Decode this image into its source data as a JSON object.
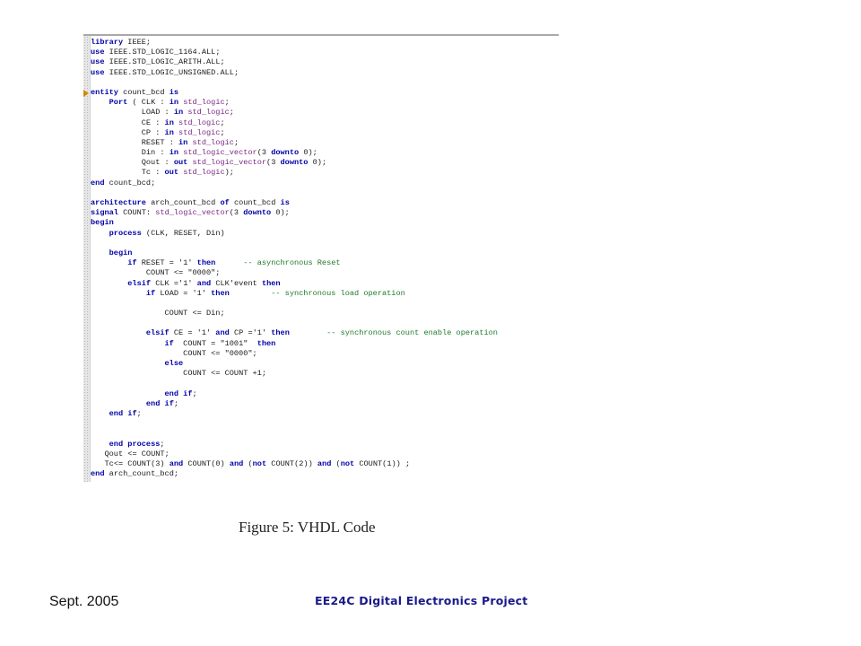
{
  "code_lines": [
    "library IEEE;",
    "use IEEE.STD_LOGIC_1164.ALL;",
    "use IEEE.STD_LOGIC_ARITH.ALL;",
    "use IEEE.STD_LOGIC_UNSIGNED.ALL;",
    "",
    "entity count_bcd is",
    "    Port ( CLK : in std_logic;",
    "           LOAD : in std_logic;",
    "           CE : in std_logic;",
    "           CP : in std_logic;",
    "           RESET : in std_logic;",
    "           Din : in std_logic_vector(3 downto 0);",
    "           Qout : out std_logic_vector(3 downto 0);",
    "           Tc : out std_logic);",
    "end count_bcd;",
    "",
    "architecture arch_count_bcd of count_bcd is",
    "signal COUNT: std_logic_vector(3 downto 0);",
    "begin",
    "    process (CLK, RESET, Din)",
    "",
    "    begin",
    "        if RESET = '1' then      -- asynchronous Reset",
    "            COUNT <= \"0000\";",
    "        elsif CLK ='1' and CLK'event then",
    "            if LOAD = '1' then         -- synchronous load operation",
    "",
    "                COUNT <= Din;",
    "",
    "            elsif CE = '1' and CP ='1' then        -- synchronous count enable operation",
    "                if  COUNT = \"1001\"  then",
    "                    COUNT <= \"0000\";",
    "                else",
    "                    COUNT <= COUNT +1;",
    "",
    "                end if;",
    "            end if;",
    "    end if;",
    "",
    "",
    "    end process;",
    "   Qout <= COUNT;",
    "   Tc<= COUNT(3) and COUNT(0) and (not COUNT(2)) and (not COUNT(1)) ;",
    "end arch_count_bcd;"
  ],
  "caption": "Figure 5: VHDL Code",
  "footer": {
    "date": "Sept. 2005",
    "title": "EE24C Digital Electronics Project"
  },
  "colors": {
    "keyword": "#0000a8",
    "type": "#7a2a82",
    "comment": "#1f7a2c",
    "footer_title": "#1a1a8c"
  },
  "icons": {
    "line_marker": "breakpoint-arrow-icon"
  }
}
